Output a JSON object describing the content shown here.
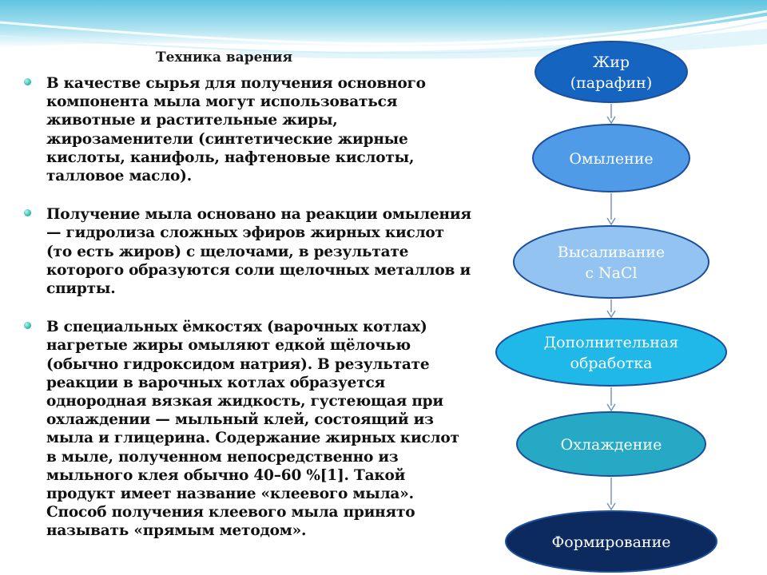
{
  "slide": {
    "title": "Техника варения",
    "bullets": [
      "В качестве сырья для получения основного компонента мыла могут использоваться животные и растительные жиры, жирозаменители (синтетические жирные кислоты, канифоль, нафтеновые кислоты, талловое масло).",
      "Получение мыла основано на реакции омыления — гидролиза сложных эфиров жирных кислот (то есть жиров) с щелочами, в результате которого образуются соли щелочных металлов и спирты.",
      "В специальных ёмкостях (варочных котлах) нагретые жиры омыляют едкой щёлочью (обычно гидроксидом натрия). В результате реакции в варочных котлах образуется однородная вязкая жидкость, густеющая при охлаждении — мыльный клей, состоящий из мыла и глицерина. Содержание жирных кислот в мыле, полученном непосредственно из мыльного клея обычно 40–60 %[1]. Такой продукт имеет название «клеевого мыла». Способ получения клеевого мыла принято называть «прямым методом»."
    ]
  },
  "flow": {
    "nodes": [
      {
        "lines": [
          "Жир",
          "(парафин)"
        ],
        "fill": "#1565c0",
        "text_color": "#ffffff"
      },
      {
        "lines": [
          "Омыление"
        ],
        "fill": "#4f9be8",
        "text_color": "#ffffff"
      },
      {
        "lines": [
          "Высаливание",
          "с NaCl"
        ],
        "fill": "#93c3f0",
        "text_color": "#ffffff"
      },
      {
        "lines": [
          "Дополнительная",
          "обработка"
        ],
        "fill": "#1fb8e8",
        "text_color": "#ffffff"
      },
      {
        "lines": [
          "Охлаждение"
        ],
        "fill": "#26a9c4",
        "text_color": "#ffffff"
      },
      {
        "lines": [
          "Формирование"
        ],
        "fill": "#0d2a5e",
        "text_color": "#ffffff"
      }
    ],
    "stroke": "#1c4f9c",
    "arrow_color": "#6f8fb5"
  }
}
